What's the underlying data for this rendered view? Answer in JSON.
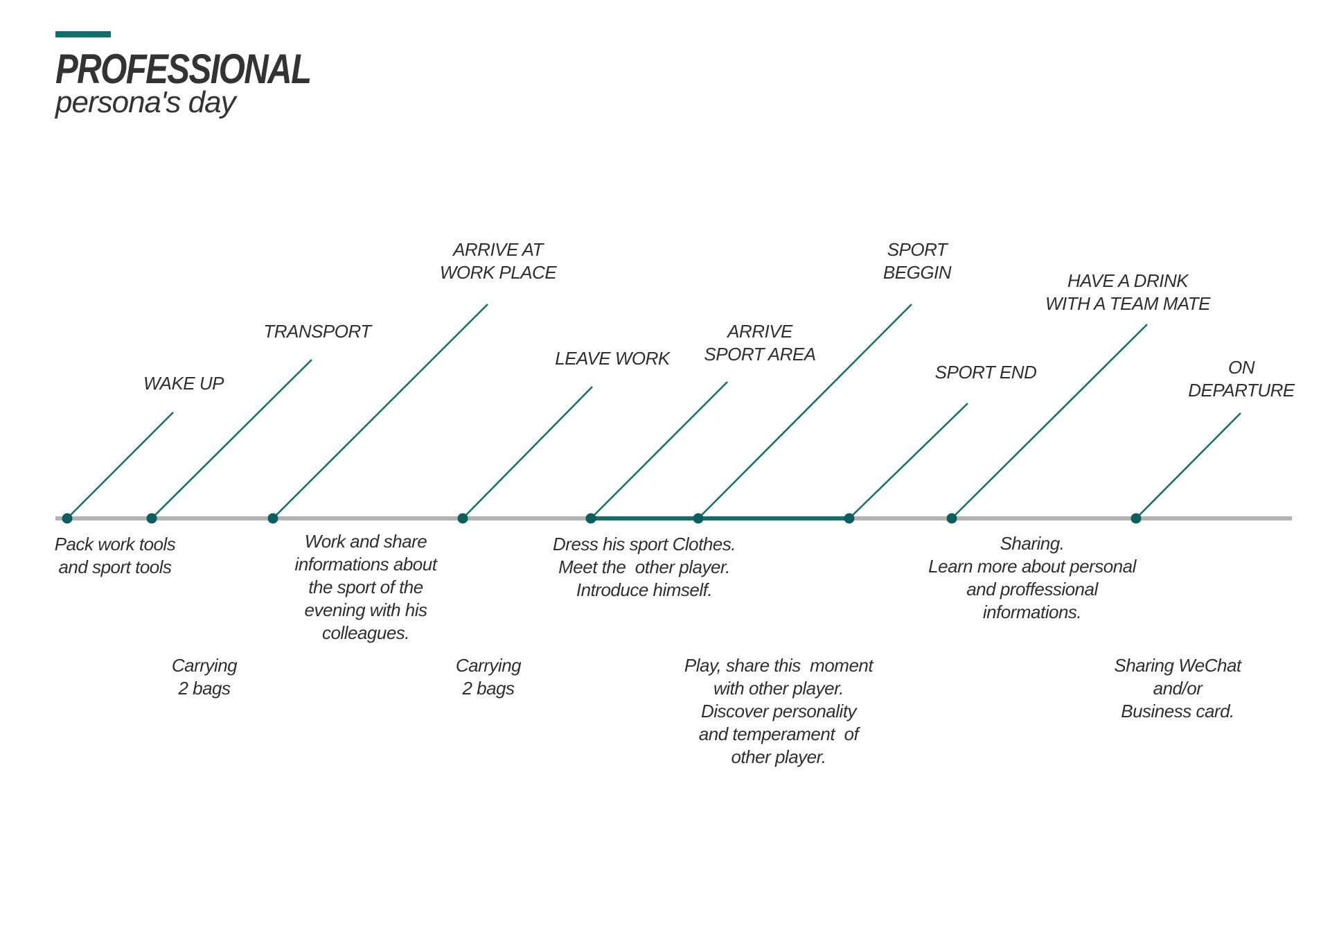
{
  "header": {
    "title": "PROFESSIONAL",
    "subtitle": "persona's day"
  },
  "colors": {
    "accent": "#0e7068",
    "dot": "#0b5e5e",
    "timeline": "#b3b3b3",
    "text": "#2f2f2f"
  },
  "events": [
    "WAKE UP",
    "TRANSPORT",
    "ARRIVE AT\nWORK PLACE",
    "LEAVE WORK",
    "ARRIVE\nSPORT AREA",
    "SPORT\nBEGGIN",
    "SPORT END",
    "HAVE A DRINK\nWITH A TEAM MATE",
    "ON\nDEPARTURE"
  ],
  "activities_top": [
    "Pack work tools\nand sport tools",
    "Work and share\ninformations about\nthe sport of the\nevening with his\ncolleagues.",
    "Dress his sport Clothes.\nMeet the  other player.\nIntroduce himself.",
    "Sharing.\nLearn more about personal\nand proffessional\ninformations."
  ],
  "activities_bottom": [
    "Carrying\n2 bags",
    "Carrying\n2 bags",
    "Play, share this  moment\nwith other player.\nDiscover personality\nand temperament  of\nother player.",
    "Sharing WeChat\nand/or\nBusiness card."
  ]
}
